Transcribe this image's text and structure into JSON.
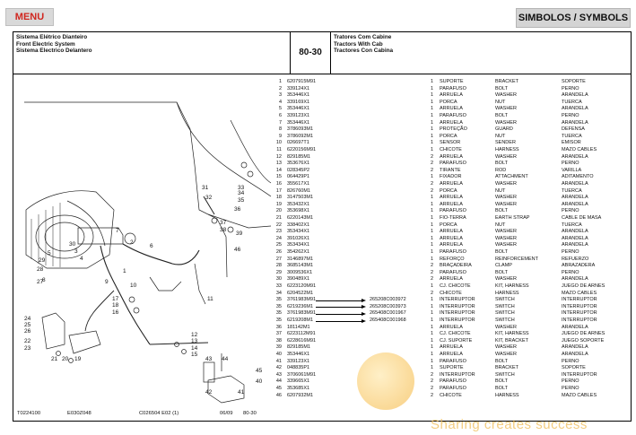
{
  "topbar": {
    "menu_label": "MENU",
    "symbols_label": "SIMBOLOS / SYMBOLS"
  },
  "header": {
    "left_lines": [
      "Sistema Elétrico Dianteiro",
      "Front Electric System",
      "Sistema Electrico Delantero"
    ],
    "page_code": "80-30",
    "right_lines": [
      "Tratores Com Cabine",
      "Tractors With Cab",
      "Tractores Con Cabina"
    ]
  },
  "parts": [
    {
      "n": "1",
      "part": "6207915M91",
      "q": "1",
      "pt": "SUPORTE",
      "en": "BRACKET",
      "es": "SOPORTE"
    },
    {
      "n": "2",
      "part": "339124X1",
      "q": "1",
      "pt": "PARAFUSO",
      "en": "BOLT",
      "es": "PERNO"
    },
    {
      "n": "3",
      "part": "353446X1",
      "q": "1",
      "pt": "ARRUELA",
      "en": "WASHER",
      "es": "ARANDELA"
    },
    {
      "n": "4",
      "part": "339169X1",
      "q": "1",
      "pt": "PORCA",
      "en": "NUT",
      "es": "TUERCA"
    },
    {
      "n": "5",
      "part": "353446X1",
      "q": "1",
      "pt": "ARRUELA",
      "en": "WASHER",
      "es": "ARANDELA"
    },
    {
      "n": "6",
      "part": "339123X1",
      "q": "1",
      "pt": "PARAFUSO",
      "en": "BOLT",
      "es": "PERNO"
    },
    {
      "n": "7",
      "part": "353446X1",
      "q": "1",
      "pt": "ARRUELA",
      "en": "WASHER",
      "es": "ARANDELA"
    },
    {
      "n": "8",
      "part": "3786093M1",
      "q": "1",
      "pt": "PROTEÇÃO",
      "en": "GUARD",
      "es": "DEFENSA"
    },
    {
      "n": "9",
      "part": "3786092M1",
      "q": "1",
      "pt": "PORCA",
      "en": "NUT",
      "es": "TUERCA"
    },
    {
      "n": "10",
      "part": "026697T1",
      "q": "1",
      "pt": "SENSOR",
      "en": "SENDER",
      "es": "EMISOR"
    },
    {
      "n": "11",
      "part": "6220156M91",
      "q": "1",
      "pt": "CHICOTE",
      "en": "HARNESS",
      "es": "MAZO CABLES"
    },
    {
      "n": "12",
      "part": "829185M1",
      "q": "2",
      "pt": "ARRUELA",
      "en": "WASHER",
      "es": "ARANDELA"
    },
    {
      "n": "13",
      "part": "353676X1",
      "q": "2",
      "pt": "PARAFUSO",
      "en": "BOLT",
      "es": "PERNO"
    },
    {
      "n": "14",
      "part": "028345P2",
      "q": "2",
      "pt": "TIRANTE",
      "en": "ROD",
      "es": "VARILLA"
    },
    {
      "n": "15",
      "part": "064429P1",
      "q": "1",
      "pt": "FIXADOR",
      "en": "ATTACHMENT",
      "es": "ADITAMENTO"
    },
    {
      "n": "16",
      "part": "355617X1",
      "q": "2",
      "pt": "ARRUELA",
      "en": "WASHER",
      "es": "ARANDELA"
    },
    {
      "n": "17",
      "part": "826760M1",
      "q": "2",
      "pt": "PORCA",
      "en": "NUT",
      "es": "TUERCA"
    },
    {
      "n": "18",
      "part": "3147503M1",
      "q": "1",
      "pt": "ARRUELA",
      "en": "WASHER",
      "es": "ARANDELA"
    },
    {
      "n": "19",
      "part": "353432X1",
      "q": "1",
      "pt": "ARRUELA",
      "en": "WASHER",
      "es": "ARANDELA"
    },
    {
      "n": "20",
      "part": "353698X1",
      "q": "1",
      "pt": "PARAFUSO",
      "en": "BOLT",
      "es": "PERNO"
    },
    {
      "n": "21",
      "part": "6220143M1",
      "q": "1",
      "pt": "FIO-TERRA",
      "en": "EARTH STRAP",
      "es": "CABLE DE MASA"
    },
    {
      "n": "22",
      "part": "338402X1",
      "q": "1",
      "pt": "PORCA",
      "en": "NUT",
      "es": "TUERCA"
    },
    {
      "n": "23",
      "part": "353434X1",
      "q": "1",
      "pt": "ARRUELA",
      "en": "WASHER",
      "es": "ARANDELA"
    },
    {
      "n": "24",
      "part": "391026X1",
      "q": "1",
      "pt": "ARRUELA",
      "en": "WASHER",
      "es": "ARANDELA"
    },
    {
      "n": "25",
      "part": "353434X1",
      "q": "1",
      "pt": "ARRUELA",
      "en": "WASHER",
      "es": "ARANDELA"
    },
    {
      "n": "26",
      "part": "354262X1",
      "q": "1",
      "pt": "PARAFUSO",
      "en": "BOLT",
      "es": "PERNO"
    },
    {
      "n": "27",
      "part": "3146897M1",
      "q": "1",
      "pt": "REFORÇO",
      "en": "REINFORCEMENT",
      "es": "REFUERZO"
    },
    {
      "n": "28",
      "part": "3685143M1",
      "q": "2",
      "pt": "BRAÇADEIRA",
      "en": "CLAMP",
      "es": "ABRAZADERA"
    },
    {
      "n": "29",
      "part": "3009536X1",
      "q": "2",
      "pt": "PARAFUSO",
      "en": "BOLT",
      "es": "PERNO"
    },
    {
      "n": "30",
      "part": "390489X1",
      "q": "2",
      "pt": "ARRUELA",
      "en": "WASHER",
      "es": "ARANDELA"
    },
    {
      "n": "33",
      "part": "6223120M91",
      "q": "1",
      "pt": "CJ. CHICOTE",
      "en": "KIT, HARNESS",
      "es": "JUEGO DE ARNES"
    },
    {
      "n": "34",
      "part": "6204522M1",
      "q": "2",
      "pt": "CHICOTE",
      "en": "HARNESS",
      "es": "MAZO CABLES"
    },
    {
      "n": "35",
      "part": "3761983M91",
      "q": "1",
      "pt": "INTERRUPTOR",
      "en": "SWITCH",
      "es": "INTERRUPTOR"
    },
    {
      "n": "35",
      "part": "6219236M1",
      "q": "1",
      "pt": "INTERRUPTOR",
      "en": "SWITCH",
      "es": "INTERRUPTOR"
    },
    {
      "n": "35",
      "part": "3761983M91",
      "q": "1",
      "pt": "INTERRUPTOR",
      "en": "SWITCH",
      "es": "INTERRUPTOR"
    },
    {
      "n": "35",
      "part": "6219208M1",
      "q": "1",
      "pt": "INTERRUPTOR",
      "en": "SWITCH",
      "es": "INTERRUPTOR"
    },
    {
      "n": "36",
      "part": "181142M1",
      "q": "1",
      "pt": "ARRUELA",
      "en": "WASHER",
      "es": "ARANDELA"
    },
    {
      "n": "37",
      "part": "6223112M91",
      "q": "1",
      "pt": "CJ. CHICOTE",
      "en": "KIT, HARNESS",
      "es": "JUEGO DE ARNES"
    },
    {
      "n": "38",
      "part": "6228616M91",
      "q": "1",
      "pt": "CJ. SUPORTE",
      "en": "KIT, BRACKET",
      "es": "JUEGO SOPORTE"
    },
    {
      "n": "39",
      "part": "829185M1",
      "q": "1",
      "pt": "ARRUELA",
      "en": "WASHER",
      "es": "ARANDELA"
    },
    {
      "n": "40",
      "part": "353446X1",
      "q": "1",
      "pt": "ARRUELA",
      "en": "WASHER",
      "es": "ARANDELA"
    },
    {
      "n": "41",
      "part": "339123X1",
      "q": "1",
      "pt": "PARAFUSO",
      "en": "BOLT",
      "es": "PERNO"
    },
    {
      "n": "42",
      "part": "048835P1",
      "q": "1",
      "pt": "SUPORTE",
      "en": "BRACKET",
      "es": "SOPORTE"
    },
    {
      "n": "43",
      "part": "3706061M91",
      "q": "2",
      "pt": "INTERRUPTOR",
      "en": "SWITCH",
      "es": "INTERRUPTOR"
    },
    {
      "n": "44",
      "part": "339665X1",
      "q": "2",
      "pt": "PARAFUSO",
      "en": "BOLT",
      "es": "PERNO"
    },
    {
      "n": "45",
      "part": "353685X1",
      "q": "2",
      "pt": "PARAFUSO",
      "en": "BOLT",
      "es": "PERNO"
    },
    {
      "n": "46",
      "part": "6207932M1",
      "q": "2",
      "pt": "CHICOTE",
      "en": "HARNESS",
      "es": "MAZO CABLES"
    }
  ],
  "serial_refs": [
    {
      "row": 32,
      "text": "265208C003972"
    },
    {
      "row": 33,
      "text": "265208C003973"
    },
    {
      "row": 34,
      "text": "265408C001967"
    },
    {
      "row": 35,
      "text": "265408C001968"
    }
  ],
  "diagram_labels": [
    "1",
    "2",
    "3",
    "4",
    "5",
    "6",
    "7",
    "8",
    "9",
    "10",
    "11",
    "12",
    "13",
    "14",
    "15",
    "16",
    "17",
    "18",
    "19",
    "20",
    "21",
    "22",
    "23",
    "24",
    "25",
    "26",
    "27",
    "28",
    "29",
    "30",
    "31",
    "32",
    "33",
    "34",
    "35",
    "36",
    "37",
    "38",
    "39",
    "40",
    "41",
    "42",
    "43",
    "44",
    "45",
    "46"
  ],
  "footer": {
    "ref_code": "T0224100",
    "drawing_code": "E030Z048",
    "group_code": "C026504  E02   (1)",
    "date": "06/09",
    "page": "80-30"
  },
  "watermark": {
    "slogan": "Sharing creates success"
  }
}
